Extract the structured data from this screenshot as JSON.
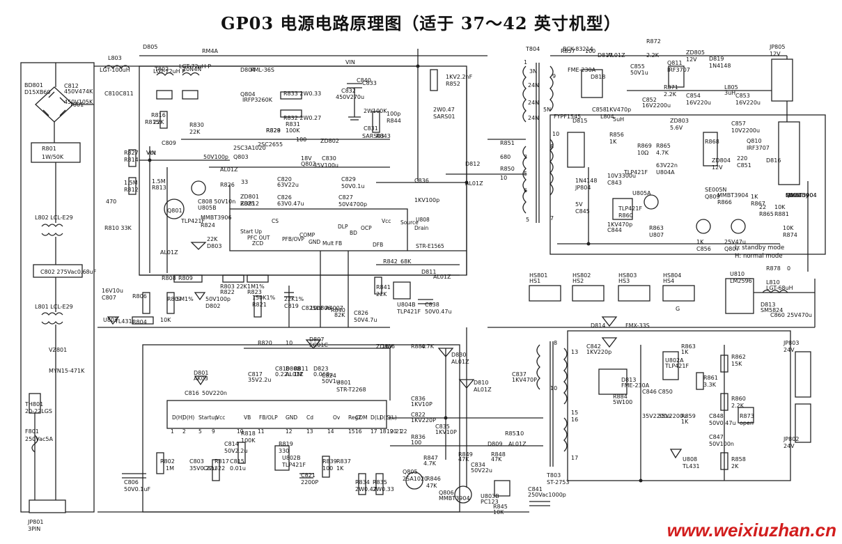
{
  "title": "GP03 电源电路原理图（适于 37～42 英寸机型）",
  "watermark": "www.weixiuzhan.cn",
  "labels": {
    "bridge": [
      "BD801",
      "D15XB60"
    ],
    "fuse_box": [
      "R801",
      "1W/50K"
    ],
    "input_connector": [
      "JP801",
      "3PIN"
    ],
    "thermistor": [
      "TH801",
      "20-22LGS"
    ],
    "mains_fuse": [
      "F801",
      "250Vac5A"
    ],
    "varistor": [
      "VZ801",
      "MYN15-471K"
    ],
    "filters": [
      "L802 LCL-E29",
      "L801 LCL-E29",
      "C802 275Vac0.68uF"
    ],
    "pfc": [
      "L803",
      "LGT-100uH",
      "C812",
      "450V474K",
      "C810C811",
      "450V105K",
      "T801",
      "LGT-72uH P",
      "T802",
      "LGT-72uH P",
      "20N4N",
      "D805",
      "RM4A",
      "D804",
      "FML-36S",
      "VIN"
    ],
    "pfc_parts": [
      "Q804",
      "IRFP3260K",
      "R833 2W0.33",
      "R832 2W0.27",
      "R831",
      "100K",
      "C832",
      "450V270u",
      "C833",
      "C840",
      "1KV2.2nF",
      "R852",
      "2W100K",
      "C831",
      "100p",
      "R844",
      "2W0.47",
      "SARS01",
      "SARS03",
      "R843",
      "100",
      "ZD802",
      "18V",
      "Q802",
      "2SC3A1020",
      "Q803",
      "2SC2655",
      "R828",
      "R829"
    ],
    "left_mid": [
      "R816",
      "22K",
      "R830",
      "22K",
      "R815",
      "C809",
      "50V100p",
      "R827",
      "R814",
      "1.5M",
      "R812",
      "1.5M",
      "R813",
      "470",
      "R810 33K",
      "C808 50V10n",
      "U805B",
      "TLP421F",
      "Q801",
      "MMBT3906",
      "R824",
      "22K",
      "D803",
      "AL01Z",
      "R826",
      "33",
      "ZD801",
      "R825",
      "ZD812"
    ],
    "caps_mid": [
      "C830",
      "35V100u",
      "C820",
      "63V22u",
      "C829",
      "50V0.1u",
      "C826",
      "63V0.47u",
      "C827",
      "50V4700p",
      "C836",
      "1KV100p"
    ],
    "pfc_ic_pins": [
      "Start Up",
      "PFC OUT",
      "ZCD",
      "CS",
      "PFB/OVP",
      "COMP",
      "GND",
      "Mult FB",
      "DLP",
      "BD",
      "OCP",
      "Vcc",
      "Source",
      "Drain",
      "DFB",
      "U808",
      "STR-E1565"
    ],
    "lower_left": [
      "R808",
      "R809",
      "R807",
      "5M1%",
      "R806",
      "16V10u",
      "C807",
      "U803",
      "TL431",
      "R804",
      "10K",
      "R803 22K",
      "R822",
      "1M1%",
      "R823",
      "150K1%",
      "R821",
      "22K1%",
      "C819",
      "50V100p",
      "D802",
      "AL01Z",
      "VIN",
      "Vcc"
    ],
    "pfc_lower": [
      "C825",
      "10nF",
      "D806",
      "A4007",
      "R840",
      "82K",
      "R841",
      "22K",
      "C826",
      "50V4.7u",
      "U804B",
      "TLP421F",
      "C838",
      "50V0.47u",
      "R842",
      "68K",
      "D811",
      "AL01Z"
    ],
    "standby_transformer": [
      "T804",
      "BCK-83214",
      "3N",
      "24N",
      "24N",
      "24N",
      "5N",
      "10",
      "8",
      "9",
      "7",
      "5",
      "R851",
      "680",
      "R850",
      "10",
      "D812",
      "AL01Z",
      "1",
      "3",
      "5",
      "6"
    ],
    "standby_outputs": [
      "R857",
      "100",
      "D817",
      "AL01Z",
      "R872",
      "2.2K",
      "ZD805",
      "12V",
      "D819",
      "1N4148",
      "JP805",
      "12V",
      "FME-230A",
      "D818",
      "C855",
      "50V1u",
      "Q811",
      "IRF3707",
      "L805",
      "3uH",
      "R871",
      "2.2K",
      "C852",
      "16V2200u",
      "C854",
      "16V220u",
      "C853",
      "16V220u",
      "C858",
      "1KV470p"
    ],
    "standby_mid": [
      "FYPF1545",
      "D815",
      "L804",
      "5uH",
      "ZD803",
      "5.6V",
      "R856",
      "1K",
      "R869",
      "10Ω",
      "R865",
      "4.7K",
      "R868",
      "220",
      "C851",
      "C857",
      "10V2200u",
      "Q810",
      "IRF3707",
      "ZD804",
      "12V",
      "D816",
      "1N4148",
      "JP804",
      "5V",
      "C845",
      "1KV470p",
      "C844",
      "10V3300u",
      "C843",
      "63V22n",
      "U804A",
      "TLP421F",
      "U805A",
      "TLP421F",
      "R860",
      "R863",
      "U807",
      "SE005N",
      "Q809",
      "MMBT3904",
      "R866",
      "1K",
      "R867",
      "22",
      "R865",
      "10K",
      "R881",
      "10K",
      "R874",
      "1K",
      "C856",
      "25V47u",
      "Q807",
      "MMBT3904",
      "Q808",
      "MMBT3904",
      "Standby"
    ],
    "mode_notes": [
      "L: standby mode",
      "H: normal mode"
    ],
    "heatsinks": [
      "HS801",
      "HS1",
      "HS802",
      "HS2",
      "HS803",
      "HS3",
      "HS804",
      "HS4",
      "G"
    ],
    "regulator": [
      "U810",
      "LM2596",
      "R878",
      "0",
      "L810",
      "LGT-68uH",
      "D813",
      "SM5824",
      "C860",
      "25V470u"
    ],
    "main_output": [
      "D814",
      "FMX-33S",
      "C842",
      "1KV220p",
      "D813",
      "FME-230A",
      "R884",
      "5W100",
      "C846",
      "C850",
      "35V2200u",
      "35V2200u",
      "R863",
      "1K",
      "U802A",
      "TLP421F",
      "R861",
      "3.3K",
      "R862",
      "15K",
      "R860",
      "2.2K",
      "R859",
      "1K",
      "C848",
      "50V0.47u",
      "C847",
      "50V100n",
      "U808",
      "TL431",
      "R858",
      "2K",
      "R873",
      "open",
      "JP803",
      "24V",
      "JP802",
      "24V",
      "13",
      "15",
      "16",
      "17",
      "8",
      "10"
    ],
    "main_transformer": [
      "T803",
      "ST-2753",
      "C837",
      "1KV470P",
      "D830",
      "AL01Z",
      "D810",
      "AL01Z",
      "D809",
      "AL01Z",
      "R853",
      "10",
      "R848",
      "47K",
      "R849",
      "47K",
      "C834",
      "50V22u"
    ],
    "main_converter": [
      "R820",
      "10",
      "D807",
      "EG01C",
      "D801",
      "AK03",
      "C817",
      "35V2.2u",
      "C818",
      "0.22u",
      "D808",
      "AL01Z",
      "R811",
      "1M",
      "D823",
      "0.068u",
      "C824",
      "50V1u",
      "C816",
      "50V220n",
      "U801",
      "STR-T2268",
      "C836",
      "1KV10P",
      "C822",
      "1KV220P",
      "C835",
      "1KV10P",
      "R836",
      "100",
      "ZD806",
      "16V",
      "R880",
      "4.7K"
    ],
    "main_ic_pins": [
      "D(H)",
      "D(H)",
      "Startup",
      "Vcc",
      "VB",
      "FB/OLP",
      "GND",
      "Cd",
      "Ov",
      "Reg2",
      "COM",
      "D(L)",
      "D(L)",
      "S(L)",
      "1",
      "2",
      "5",
      "9",
      "10",
      "11",
      "12",
      "13",
      "14",
      "15",
      "16",
      "17",
      "18",
      "19",
      "20",
      "21",
      "22"
    ],
    "main_lower": [
      "R802",
      "1M",
      "C806",
      "50V0.1uF",
      "R817",
      "22",
      "C803",
      "35V0.22u",
      "C813",
      "R818",
      "100K",
      "C814",
      "50V2.2u",
      "C815",
      "0.01u",
      "R819",
      "330",
      "U802B",
      "TLP421F",
      "C821",
      "2200P",
      "R839",
      "100",
      "R837",
      "1K",
      "R834",
      "2W0.47",
      "R835",
      "2W0.33",
      "Q805",
      "2SA1020",
      "R847",
      "4.7K",
      "R846",
      "47K",
      "Q806",
      "MMBT3904",
      "U803B",
      "PC123",
      "R845",
      "10K",
      "C841",
      "250Vac1000p"
    ]
  }
}
